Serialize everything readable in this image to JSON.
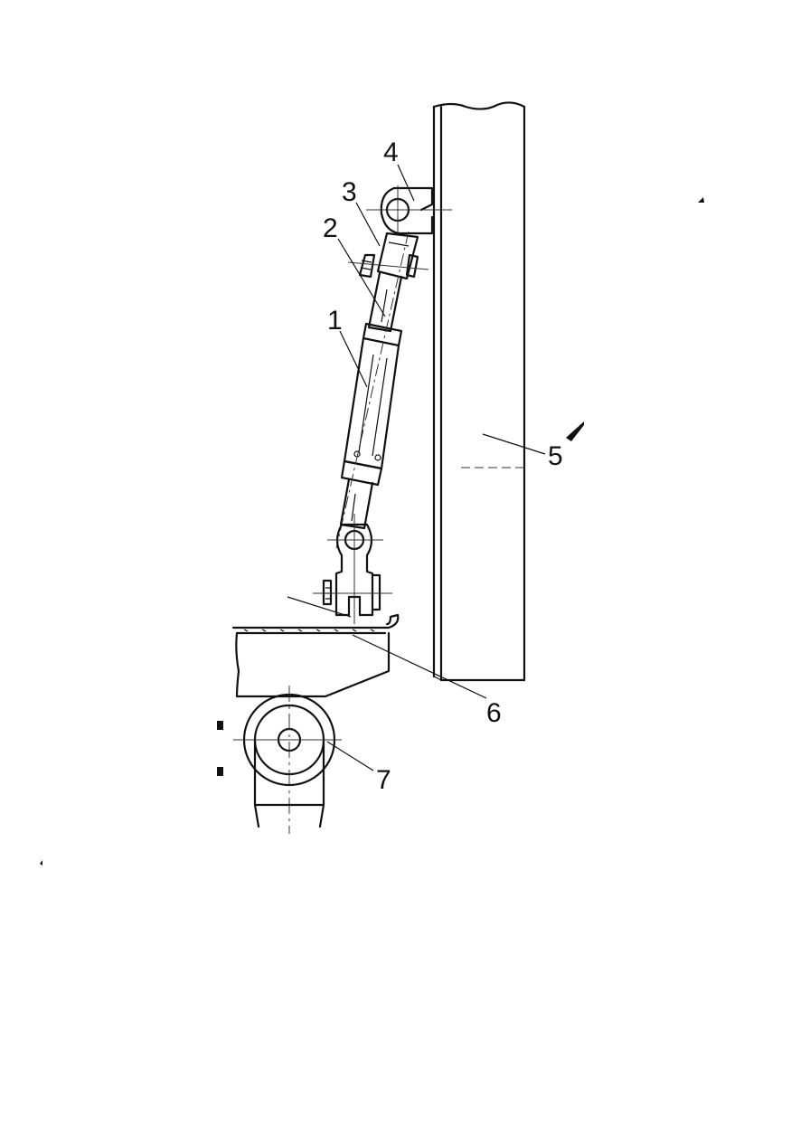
{
  "labels": {
    "l1": "1",
    "l2": "2",
    "l3": "3",
    "l4": "4",
    "l5": "5",
    "l6": "6",
    "l7": "7"
  }
}
